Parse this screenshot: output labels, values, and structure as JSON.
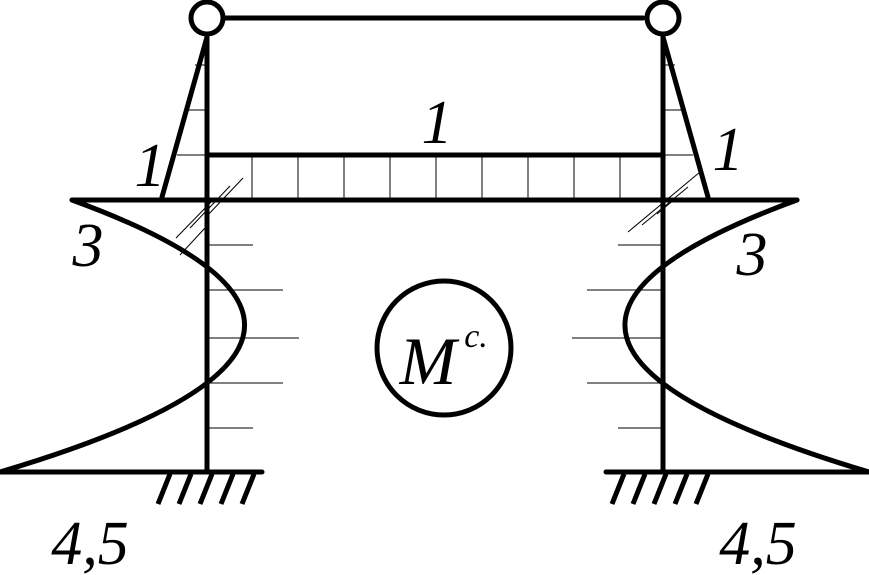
{
  "diagram": {
    "labels": {
      "beam_value": "1",
      "left_top_value": "1",
      "right_top_value": "1",
      "left_mid_value": "3",
      "right_mid_value": "3",
      "left_base_value": "4,5",
      "right_base_value": "4,5",
      "badge_main": "M",
      "badge_sup": "c."
    }
  }
}
